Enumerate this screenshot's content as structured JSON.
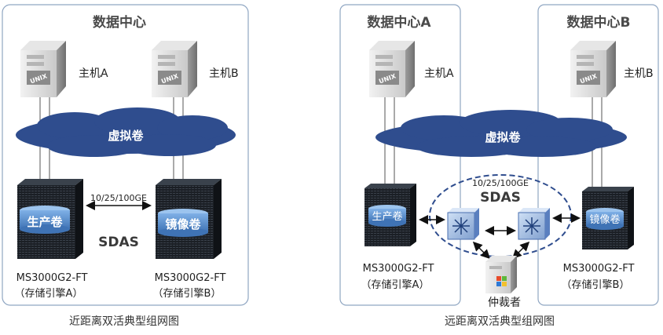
{
  "left_diagram": {
    "datacenter_title": "数据中心",
    "host_a": "主机A",
    "host_b": "主机B",
    "server_badge": "UNIX",
    "virtual_volume": "虚拟卷",
    "link_speed": "10/25/100GE",
    "production_volume": "生产卷",
    "mirror_volume": "镜像卷",
    "sdas": "SDAS",
    "storage_a_model": "MS3000G2-FT",
    "storage_a_role": "（存储引擎A）",
    "storage_b_model": "MS3000G2-FT",
    "storage_b_role": "（存储引擎B）",
    "caption": "近距离双活典型组网图"
  },
  "right_diagram": {
    "datacenter_a_title": "数据中心A",
    "datacenter_b_title": "数据中心B",
    "host_a": "主机A",
    "host_b": "主机B",
    "server_badge": "UNIX",
    "virtual_volume": "虚拟卷",
    "link_speed": "10/25/100GE",
    "sdas": "SDAS",
    "production_volume": "生产卷",
    "mirror_volume": "镜像卷",
    "storage_a_model": "MS3000G2-FT",
    "storage_a_role": "（存储引擎A）",
    "storage_b_model": "MS3000G2-FT",
    "storage_b_role": "（存储引擎B）",
    "arbiter": "仲裁者",
    "caption": "远距离双活典型组网图"
  },
  "colors": {
    "cloud": "#2e4a8c",
    "box_border": "#7f97b5",
    "storage_body": "#1a1e24",
    "volume": "#4f86c6",
    "switch": "#4a6fb0"
  }
}
